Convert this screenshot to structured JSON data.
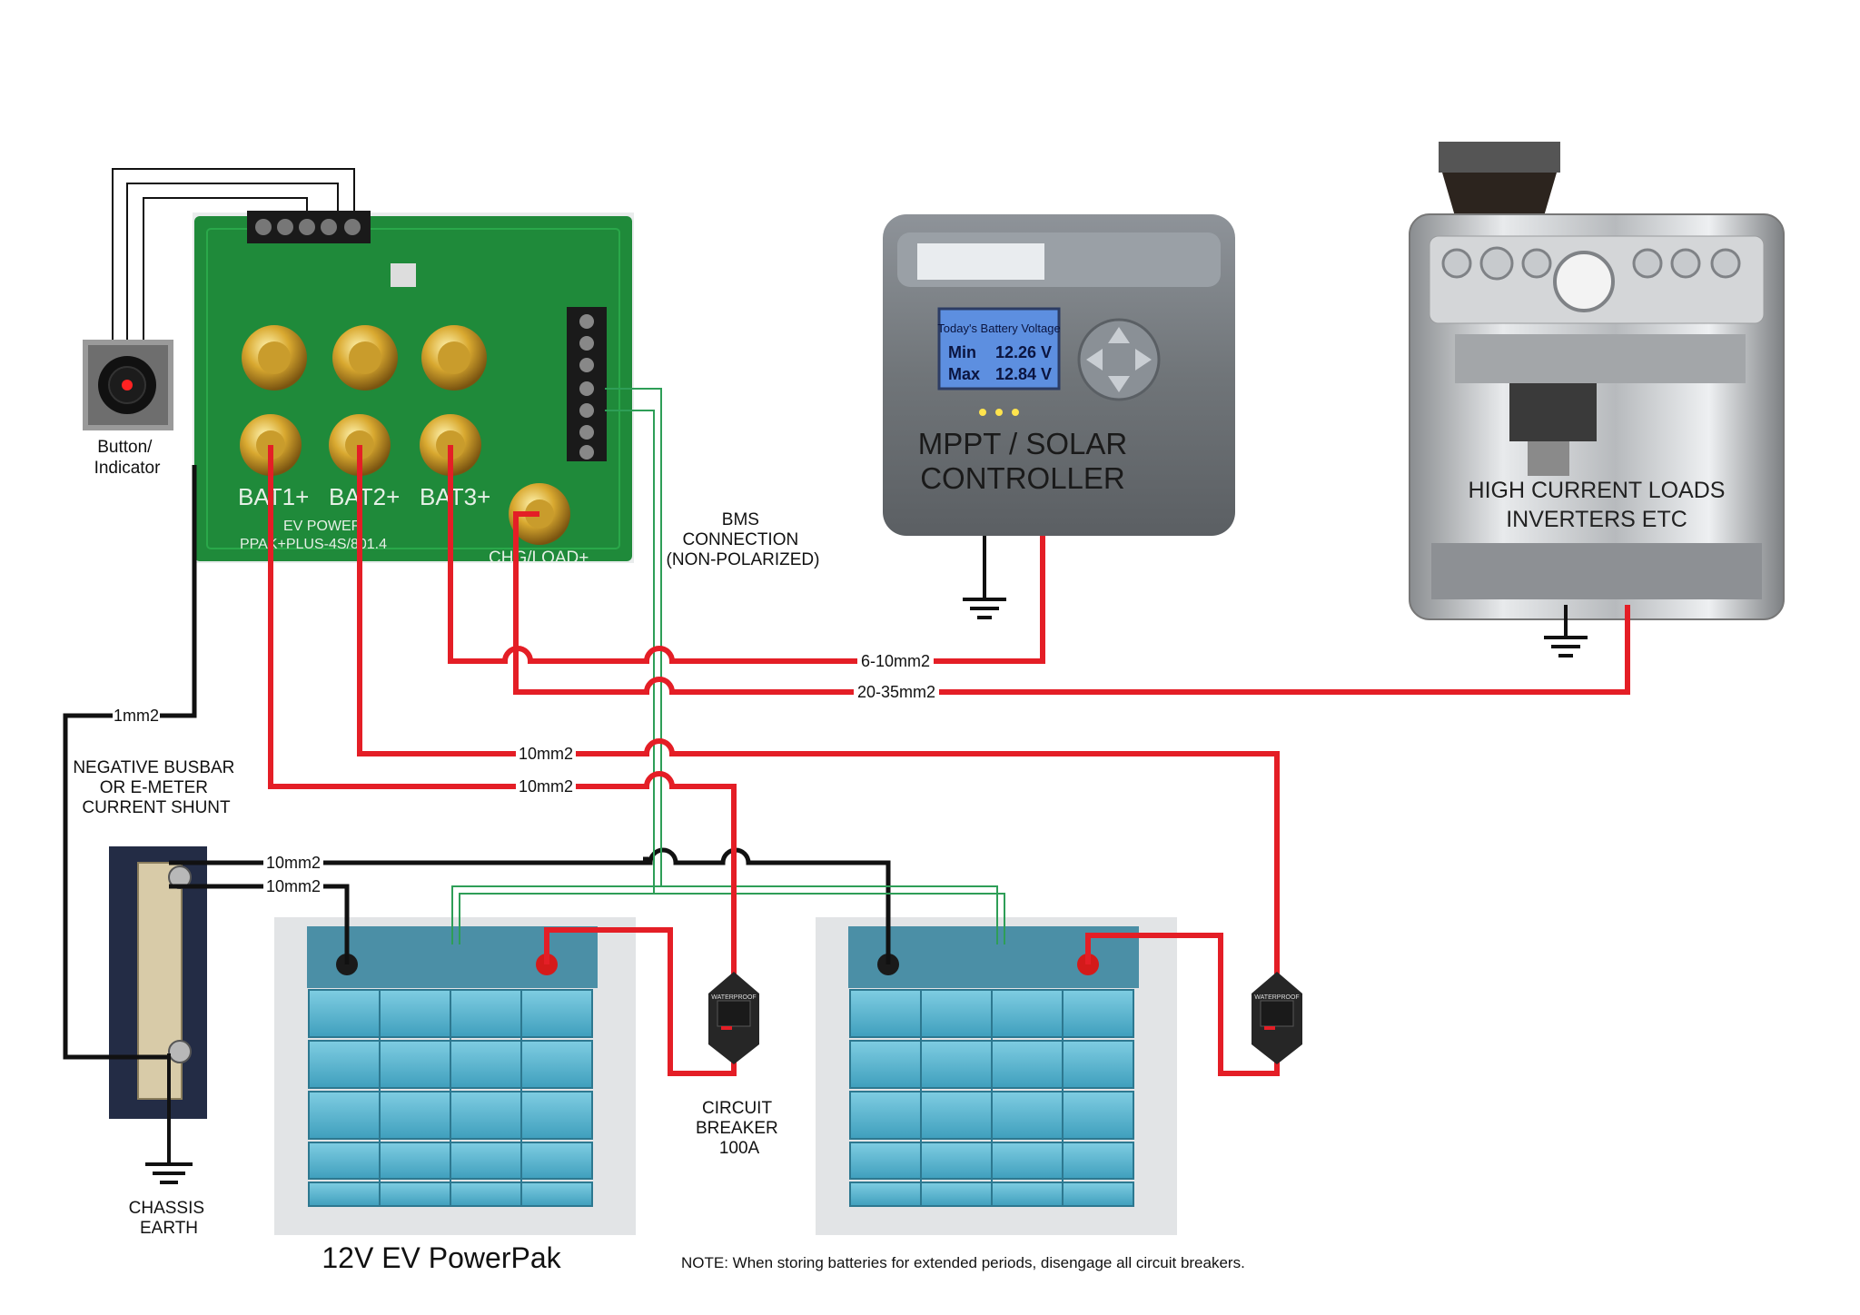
{
  "labels": {
    "button_indicator": [
      "Button/",
      "Indicator"
    ],
    "bms_connection": [
      "BMS",
      "CONNECTION",
      "(NON-POLARIZED)"
    ],
    "negative_busbar": [
      "NEGATIVE BUSBAR",
      "OR E-METER",
      "CURRENT SHUNT"
    ],
    "chassis_earth": [
      "CHASSIS",
      "EARTH"
    ],
    "circuit_breaker": [
      "CIRCUIT",
      "BREAKER",
      "100A"
    ],
    "mppt": [
      "MPPT / SOLAR",
      "CONTROLLER"
    ],
    "high_current": [
      "HIGH CURRENT LOADS",
      "INVERTERS ETC"
    ],
    "powerpak": "12V EV PowerPak",
    "note": "NOTE: When storing batteries for extended periods, disengage all circuit breakers."
  },
  "wire_labels": {
    "mppt_cable": "6-10mm2",
    "load_cable": "20-35mm2",
    "bat2_cable": "10mm2",
    "bat1_cable": "10mm2",
    "signal_cable": "1mm2",
    "neg_a": "10mm2",
    "neg_b": "10mm2"
  },
  "board": {
    "terminals": [
      "BAT1+",
      "BAT2+",
      "BAT3+",
      "CHG/LOAD+"
    ],
    "brand": "EV POWER",
    "model": "PPAK+PLUS-4S/801.4"
  },
  "mppt_display": {
    "title": "Today's Battery Voltage",
    "min_label": "Min",
    "min_value": "12.26 V",
    "max_label": "Max",
    "max_value": "12.84 V"
  },
  "breaker_text": "WATERPROOF",
  "colors": {
    "positive": "#e41e26",
    "negative": "#111111",
    "bms": "#2e9e57",
    "pcb": "#1f8a3a",
    "cell": "#5bb8d2"
  }
}
